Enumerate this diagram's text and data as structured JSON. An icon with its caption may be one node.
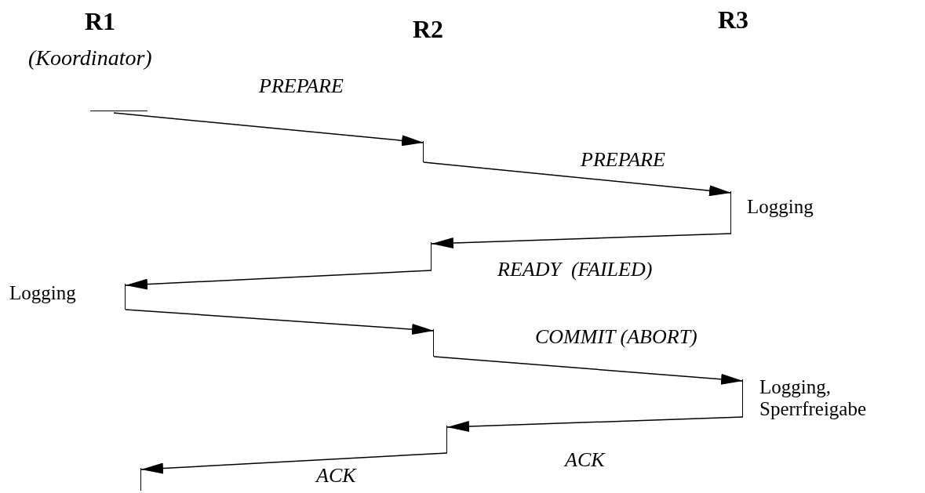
{
  "diagram": {
    "nodes": [
      {
        "text": [],
        "shape": "bar"
      },
      {
        "text": [],
        "shape": "bar"
      },
      {
        "text": [],
        "shape": "bar",
        "beside": [
          "Logging"
        ]
      },
      {
        "text": [],
        "shape": "bar"
      },
      {
        "text": [],
        "shape": "bar",
        "beside": [
          "Logging"
        ]
      },
      {
        "text": [],
        "shape": "bar"
      },
      {
        "text": [],
        "shape": "bar",
        "beside": [
          "Logging, Sperrfreigabe"
        ]
      },
      {
        "text": [],
        "shape": "bar"
      },
      {
        "text": [],
        "shape": "bar"
      }
    ],
    "edges": [
      {
        "from": 0,
        "to": 1,
        "arrow": "to",
        "label": "PREPARE"
      },
      {
        "from": 1,
        "to": 2,
        "arrow": "to",
        "label": "PREPARE"
      },
      {
        "from": 2,
        "to": 3,
        "arrow": "to",
        "label": "READY  (FAILED)"
      },
      {
        "from": 3,
        "to": 4,
        "arrow": "to"
      },
      {
        "from": 4,
        "to": 5,
        "arrow": "to"
      },
      {
        "from": 5,
        "to": 6,
        "arrow": "to",
        "label": "COMMIT (ABORT)"
      },
      {
        "from": 6,
        "to": 7,
        "arrow": "to",
        "label": "ACK"
      },
      {
        "from": 7,
        "to": 8,
        "arrow": "to",
        "label": "ACK"
      }
    ],
    "labels": [
      "R1",
      "(Koordinator)",
      "R2",
      "R3"
    ]
  }
}
